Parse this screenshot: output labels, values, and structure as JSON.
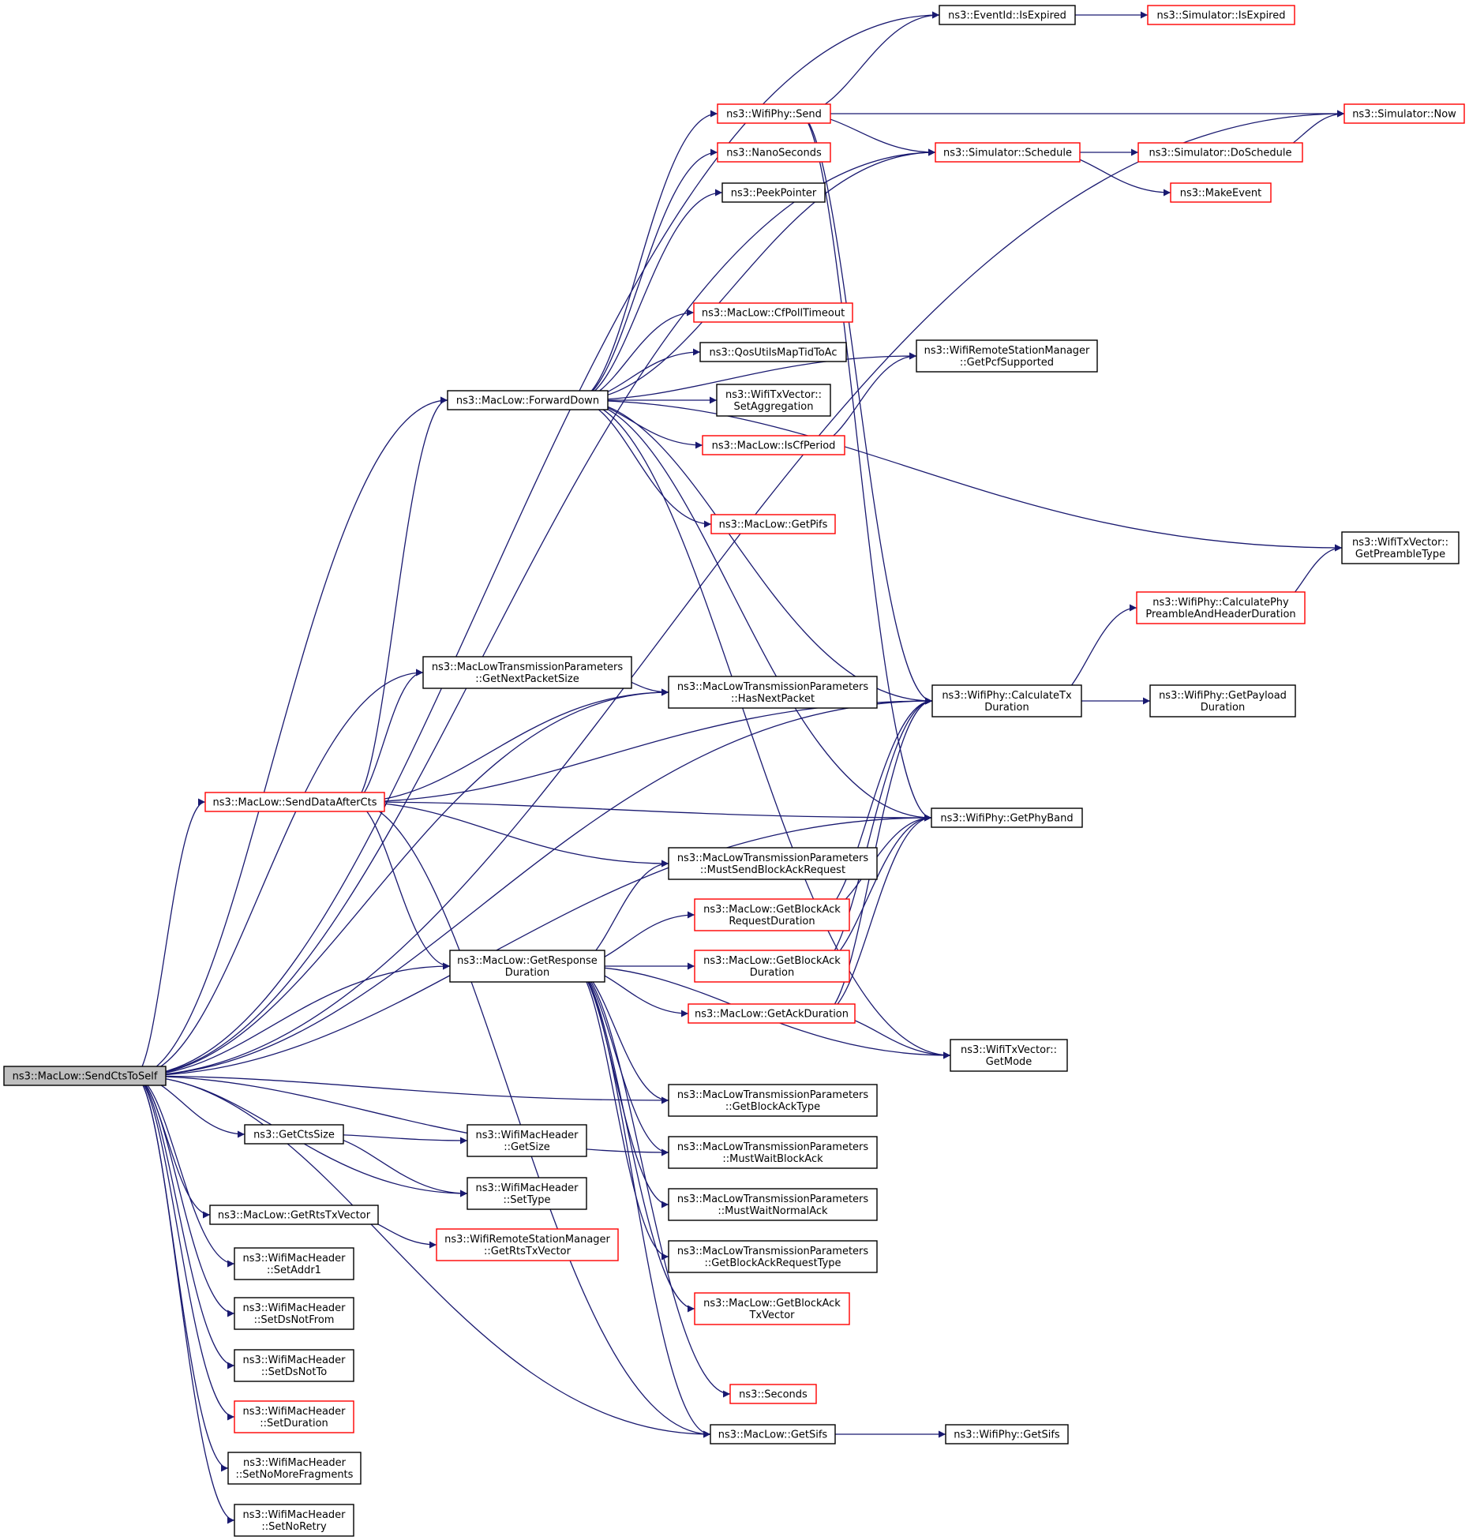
{
  "graph": {
    "nodes": [
      {
        "id": "sendCts",
        "lines": [
          "ns3::MacLow::SendCtsToSelf"
        ],
        "style": "root"
      },
      {
        "id": "isExpired",
        "lines": [
          "ns3::EventId::IsExpired"
        ],
        "style": "black"
      },
      {
        "id": "simIsExpired",
        "lines": [
          "ns3::Simulator::IsExpired"
        ],
        "style": "red"
      },
      {
        "id": "now",
        "lines": [
          "ns3::Simulator::Now"
        ],
        "style": "red"
      },
      {
        "id": "wifiSend",
        "lines": [
          "ns3::WifiPhy::Send"
        ],
        "style": "red"
      },
      {
        "id": "schedule",
        "lines": [
          "ns3::Simulator::Schedule"
        ],
        "style": "red"
      },
      {
        "id": "doSchedule",
        "lines": [
          "ns3::Simulator::DoSchedule"
        ],
        "style": "red"
      },
      {
        "id": "nanoSeconds",
        "lines": [
          "ns3::NanoSeconds"
        ],
        "style": "red"
      },
      {
        "id": "peekPointer",
        "lines": [
          "ns3::PeekPointer"
        ],
        "style": "black"
      },
      {
        "id": "makeEvent",
        "lines": [
          "ns3::MakeEvent"
        ],
        "style": "red"
      },
      {
        "id": "cfPollTimeout",
        "lines": [
          "ns3::MacLow::CfPollTimeout"
        ],
        "style": "red"
      },
      {
        "id": "qosMap",
        "lines": [
          "ns3::QosUtilsMapTidToAc"
        ],
        "style": "black"
      },
      {
        "id": "getPcf",
        "lines": [
          "ns3::WifiRemoteStationManager",
          "::GetPcfSupported"
        ],
        "style": "black"
      },
      {
        "id": "forwardDown",
        "lines": [
          "ns3::MacLow::ForwardDown"
        ],
        "style": "black"
      },
      {
        "id": "setAggregation",
        "lines": [
          "ns3::WifiTxVector::",
          "SetAggregation"
        ],
        "style": "black"
      },
      {
        "id": "isCfPeriod",
        "lines": [
          "ns3::MacLow::IsCfPeriod"
        ],
        "style": "red"
      },
      {
        "id": "getPifs",
        "lines": [
          "ns3::MacLow::GetPifs"
        ],
        "style": "red"
      },
      {
        "id": "getPreamble",
        "lines": [
          "ns3::WifiTxVector::",
          "GetPreambleType"
        ],
        "style": "black"
      },
      {
        "id": "calcPreamble",
        "lines": [
          "ns3::WifiPhy::CalculatePhy",
          "PreambleAndHeaderDuration"
        ],
        "style": "red"
      },
      {
        "id": "getNextPkt",
        "lines": [
          "ns3::MacLowTransmissionParameters",
          "::GetNextPacketSize"
        ],
        "style": "black"
      },
      {
        "id": "hasNextPkt",
        "lines": [
          "ns3::MacLowTransmissionParameters",
          "::HasNextPacket"
        ],
        "style": "black"
      },
      {
        "id": "calcTx",
        "lines": [
          "ns3::WifiPhy::CalculateTx",
          "Duration"
        ],
        "style": "black"
      },
      {
        "id": "getPayload",
        "lines": [
          "ns3::WifiPhy::GetPayload",
          "Duration"
        ],
        "style": "black"
      },
      {
        "id": "sendData",
        "lines": [
          "ns3::MacLow::SendDataAfterCts"
        ],
        "style": "red"
      },
      {
        "id": "getPhyBand",
        "lines": [
          "ns3::WifiPhy::GetPhyBand"
        ],
        "style": "black"
      },
      {
        "id": "mustSendBar",
        "lines": [
          "ns3::MacLowTransmissionParameters",
          "::MustSendBlockAckRequest"
        ],
        "style": "black"
      },
      {
        "id": "getBarDur",
        "lines": [
          "ns3::MacLow::GetBlockAck",
          "RequestDuration"
        ],
        "style": "red"
      },
      {
        "id": "getRespDur",
        "lines": [
          "ns3::MacLow::GetResponse",
          "Duration"
        ],
        "style": "black"
      },
      {
        "id": "getBaDur",
        "lines": [
          "ns3::MacLow::GetBlockAck",
          "Duration"
        ],
        "style": "red"
      },
      {
        "id": "getAckDur",
        "lines": [
          "ns3::MacLow::GetAckDuration"
        ],
        "style": "red"
      },
      {
        "id": "getMode",
        "lines": [
          "ns3::WifiTxVector::",
          "GetMode"
        ],
        "style": "black"
      },
      {
        "id": "getBaType",
        "lines": [
          "ns3::MacLowTransmissionParameters",
          "::GetBlockAckType"
        ],
        "style": "black"
      },
      {
        "id": "getCtsSize",
        "lines": [
          "ns3::GetCtsSize"
        ],
        "style": "black"
      },
      {
        "id": "hdrGetSize",
        "lines": [
          "ns3::WifiMacHeader",
          "::GetSize"
        ],
        "style": "black"
      },
      {
        "id": "mustWaitBa",
        "lines": [
          "ns3::MacLowTransmissionParameters",
          "::MustWaitBlockAck"
        ],
        "style": "black"
      },
      {
        "id": "hdrSetType",
        "lines": [
          "ns3::WifiMacHeader",
          "::SetType"
        ],
        "style": "black"
      },
      {
        "id": "mustWaitNormal",
        "lines": [
          "ns3::MacLowTransmissionParameters",
          "::MustWaitNormalAck"
        ],
        "style": "black"
      },
      {
        "id": "getRtsTx",
        "lines": [
          "ns3::MacLow::GetRtsTxVector"
        ],
        "style": "black"
      },
      {
        "id": "rsmGetRts",
        "lines": [
          "ns3::WifiRemoteStationManager",
          "::GetRtsTxVector"
        ],
        "style": "red"
      },
      {
        "id": "getBarType",
        "lines": [
          "ns3::MacLowTransmissionParameters",
          "::GetBlockAckRequestType"
        ],
        "style": "black"
      },
      {
        "id": "setAddr1",
        "lines": [
          "ns3::WifiMacHeader",
          "::SetAddr1"
        ],
        "style": "black"
      },
      {
        "id": "setDsNotFrom",
        "lines": [
          "ns3::WifiMacHeader",
          "::SetDsNotFrom"
        ],
        "style": "black"
      },
      {
        "id": "getBaTxVec",
        "lines": [
          "ns3::MacLow::GetBlockAck",
          "TxVector"
        ],
        "style": "red"
      },
      {
        "id": "setDsNotTo",
        "lines": [
          "ns3::WifiMacHeader",
          "::SetDsNotTo"
        ],
        "style": "black"
      },
      {
        "id": "seconds",
        "lines": [
          "ns3::Seconds"
        ],
        "style": "red"
      },
      {
        "id": "setDuration",
        "lines": [
          "ns3::WifiMacHeader",
          "::SetDuration"
        ],
        "style": "red"
      },
      {
        "id": "getSifs",
        "lines": [
          "ns3::MacLow::GetSifs"
        ],
        "style": "black"
      },
      {
        "id": "phyGetSifs",
        "lines": [
          "ns3::WifiPhy::GetSifs"
        ],
        "style": "black"
      },
      {
        "id": "setNoMoreFrag",
        "lines": [
          "ns3::WifiMacHeader",
          "::SetNoMoreFragments"
        ],
        "style": "black"
      },
      {
        "id": "setNoRetry",
        "lines": [
          "ns3::WifiMacHeader",
          "::SetNoRetry"
        ],
        "style": "black"
      }
    ],
    "edges": [
      [
        "sendCts",
        "isExpired"
      ],
      [
        "sendCts",
        "now"
      ],
      [
        "sendCts",
        "schedule"
      ],
      [
        "sendCts",
        "forwardDown"
      ],
      [
        "sendCts",
        "hasNextPkt"
      ],
      [
        "sendCts",
        "calcTx"
      ],
      [
        "sendCts",
        "getNextPkt"
      ],
      [
        "sendCts",
        "sendData"
      ],
      [
        "sendCts",
        "getPhyBand"
      ],
      [
        "sendCts",
        "getRespDur"
      ],
      [
        "sendCts",
        "getBaType"
      ],
      [
        "sendCts",
        "getCtsSize"
      ],
      [
        "sendCts",
        "hdrSetType"
      ],
      [
        "sendCts",
        "getRtsTx"
      ],
      [
        "sendCts",
        "setAddr1"
      ],
      [
        "sendCts",
        "setDsNotFrom"
      ],
      [
        "sendCts",
        "setDsNotTo"
      ],
      [
        "sendCts",
        "setDuration"
      ],
      [
        "sendCts",
        "setNoMoreFrag"
      ],
      [
        "sendCts",
        "setNoRetry"
      ],
      [
        "sendCts",
        "mustWaitBa"
      ],
      [
        "sendCts",
        "getSifs"
      ],
      [
        "isExpired",
        "simIsExpired"
      ],
      [
        "wifiSend",
        "isExpired"
      ],
      [
        "wifiSend",
        "now"
      ],
      [
        "wifiSend",
        "schedule"
      ],
      [
        "wifiSend",
        "calcTx"
      ],
      [
        "wifiSend",
        "getPhyBand"
      ],
      [
        "schedule",
        "doSchedule"
      ],
      [
        "schedule",
        "makeEvent"
      ],
      [
        "doSchedule",
        "now"
      ],
      [
        "forwardDown",
        "wifiSend"
      ],
      [
        "forwardDown",
        "nanoSeconds"
      ],
      [
        "forwardDown",
        "peekPointer"
      ],
      [
        "forwardDown",
        "schedule"
      ],
      [
        "forwardDown",
        "getPcf"
      ],
      [
        "forwardDown",
        "cfPollTimeout"
      ],
      [
        "forwardDown",
        "qosMap"
      ],
      [
        "forwardDown",
        "setAggregation"
      ],
      [
        "forwardDown",
        "isCfPeriod"
      ],
      [
        "forwardDown",
        "getPifs"
      ],
      [
        "forwardDown",
        "getPreamble"
      ],
      [
        "forwardDown",
        "calcTx"
      ],
      [
        "forwardDown",
        "getPhyBand"
      ],
      [
        "forwardDown",
        "getMode"
      ],
      [
        "isCfPeriod",
        "getPcf"
      ],
      [
        "calcTx",
        "calcPreamble"
      ],
      [
        "calcTx",
        "getPayload"
      ],
      [
        "calcPreamble",
        "getPreamble"
      ],
      [
        "getNextPkt",
        "hasNextPkt"
      ],
      [
        "sendData",
        "forwardDown"
      ],
      [
        "sendData",
        "getNextPkt"
      ],
      [
        "sendData",
        "hasNextPkt"
      ],
      [
        "sendData",
        "calcTx"
      ],
      [
        "sendData",
        "getPhyBand"
      ],
      [
        "sendData",
        "mustSendBar"
      ],
      [
        "sendData",
        "getRespDur"
      ],
      [
        "sendData",
        "getSifs"
      ],
      [
        "getRespDur",
        "mustSendBar"
      ],
      [
        "getRespDur",
        "getBarDur"
      ],
      [
        "getRespDur",
        "getBaDur"
      ],
      [
        "getRespDur",
        "getAckDur"
      ],
      [
        "getRespDur",
        "getBaType"
      ],
      [
        "getRespDur",
        "mustWaitBa"
      ],
      [
        "getRespDur",
        "mustWaitNormal"
      ],
      [
        "getRespDur",
        "getBarType"
      ],
      [
        "getRespDur",
        "getBaTxVec"
      ],
      [
        "getRespDur",
        "seconds"
      ],
      [
        "getRespDur",
        "getSifs"
      ],
      [
        "getRespDur",
        "getMode"
      ],
      [
        "getBarDur",
        "calcTx"
      ],
      [
        "getBarDur",
        "getPhyBand"
      ],
      [
        "getBaDur",
        "calcTx"
      ],
      [
        "getBaDur",
        "getPhyBand"
      ],
      [
        "getAckDur",
        "calcTx"
      ],
      [
        "getAckDur",
        "getPhyBand"
      ],
      [
        "getAckDur",
        "getMode"
      ],
      [
        "getCtsSize",
        "hdrGetSize"
      ],
      [
        "getCtsSize",
        "hdrSetType"
      ],
      [
        "getRtsTx",
        "rsmGetRts"
      ],
      [
        "getSifs",
        "phyGetSifs"
      ]
    ]
  }
}
